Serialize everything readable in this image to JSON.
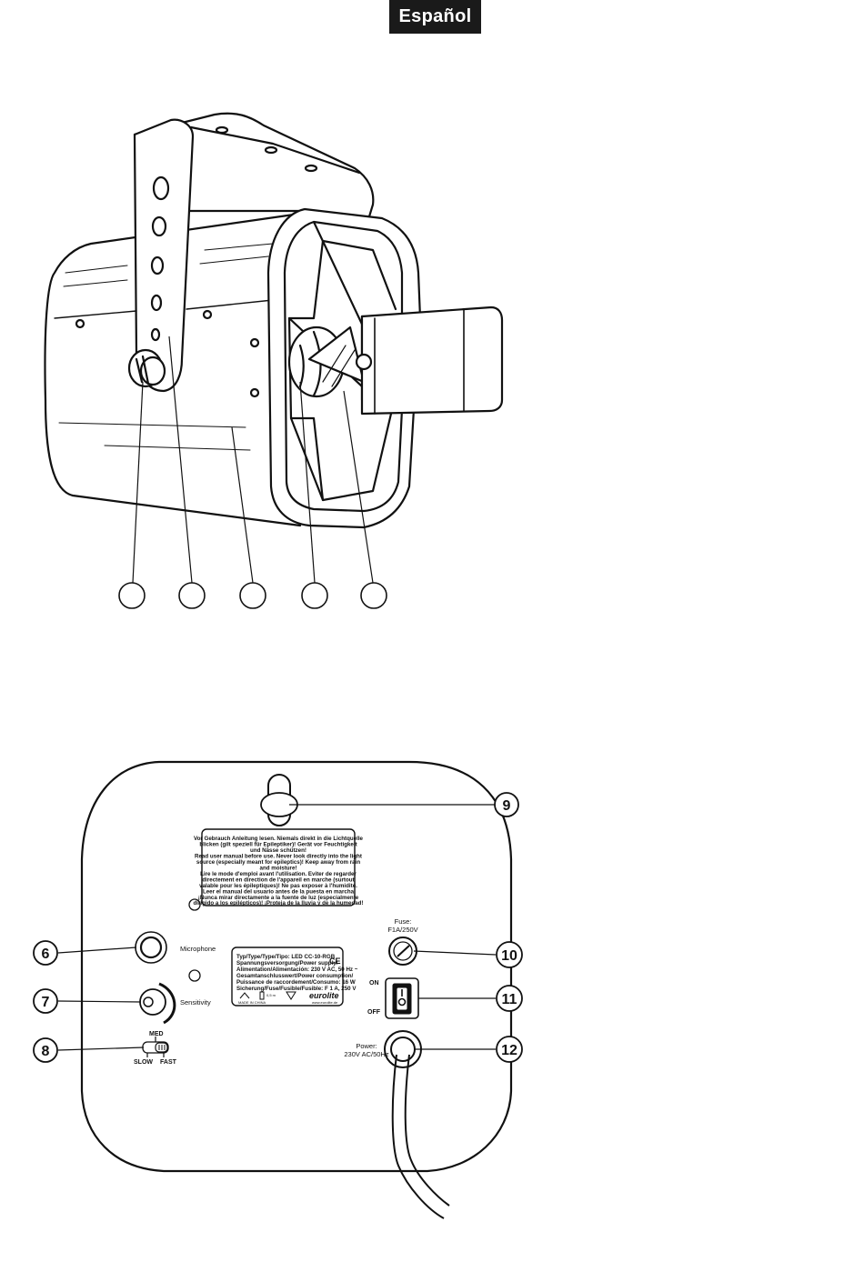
{
  "header": {
    "language": "Español"
  },
  "front_view": {
    "callout_numbers": [
      "",
      "",
      "",
      "",
      ""
    ]
  },
  "back_view": {
    "callouts": {
      "n6": "6",
      "n7": "7",
      "n8": "8",
      "n9": "9",
      "n10": "10",
      "n11": "11",
      "n12": "12"
    },
    "labels": {
      "microphone": "Microphone",
      "sensitivity": "Sensitivity",
      "med": "MED",
      "slow": "SLOW",
      "fast": "FAST",
      "fuse_line1": "Fuse:",
      "fuse_line2": "F1A/250V",
      "on": "ON",
      "off": "OFF",
      "power_line1": "Power:",
      "power_line2": "230V AC/50Hz"
    },
    "warning_sticker": [
      "Vor Gebrauch Anleitung lesen. Niemals direkt in die Lichtquelle",
      "blicken (gilt speziell für Epileptiker)! Gerät vor Feuchtigkeit",
      "und Nässe schützen!",
      "Read user manual before use. Never look directly into the light",
      "source (especially meant for epileptics)! Keep away from rain",
      "and moisture!",
      "Lire le mode d'emploi avant l'utilisation. Eviter de regarder",
      "directement en direction de l'appareil en marche (surtout",
      "valable pour les épileptiques)! Ne pas exposer à l'humidité.",
      "Leer el manual del usuario antes de la puesta en marcha",
      "¡Nunca mirar directamente a la fuente de luz (especialmente",
      "dirigido a los epilépticos)! ¡Proteja de la lluvia y de la humedad!"
    ],
    "type_plate": {
      "lines": [
        "Typ/Type/Type/Tipo: LED CC-10-RGB",
        "Spannungsversorgung/Power supply/",
        "Alimentation/Alimentación: 230 V AC, 50 Hz ~",
        "Gesamtanschlusswert/Power consumption/",
        "Puissance de raccordement/Consumo: 16 W",
        "Sicherung/Fuse/Fusible/Fusible: F 1 A, 250 V"
      ],
      "ce": "CE",
      "brand": "eurolite",
      "website": "www.eurolite.de",
      "made_in": "MADE IN CHINA",
      "distance": "0,5 m"
    }
  }
}
